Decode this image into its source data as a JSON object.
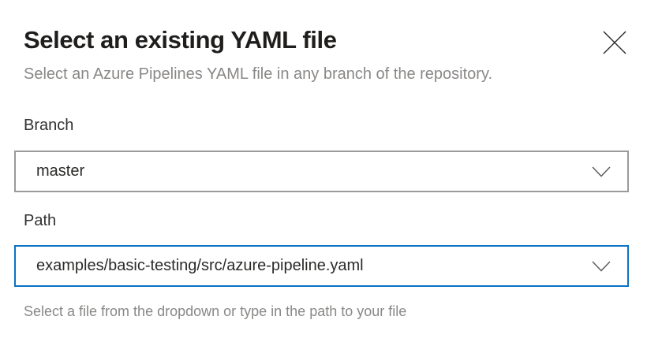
{
  "dialog": {
    "title": "Select an existing YAML file",
    "subtitle": "Select an Azure Pipelines YAML file in any branch of the repository."
  },
  "fields": {
    "branch": {
      "label": "Branch",
      "value": "master"
    },
    "path": {
      "label": "Path",
      "value": "examples/basic-testing/src/azure-pipeline.yaml",
      "helper_text": "Select a file from the dropdown or type in the path to your file"
    }
  },
  "icons": {
    "close": "close-icon (thin X glyph)",
    "dropdown": "chevron-down-icon (thin V glyph)"
  },
  "colors": {
    "focus_border": "#0b72c4",
    "input_border": "#9b9a99",
    "title_text": "#1f1e1d",
    "label_text": "#323130",
    "secondary_text": "#8a8886"
  }
}
